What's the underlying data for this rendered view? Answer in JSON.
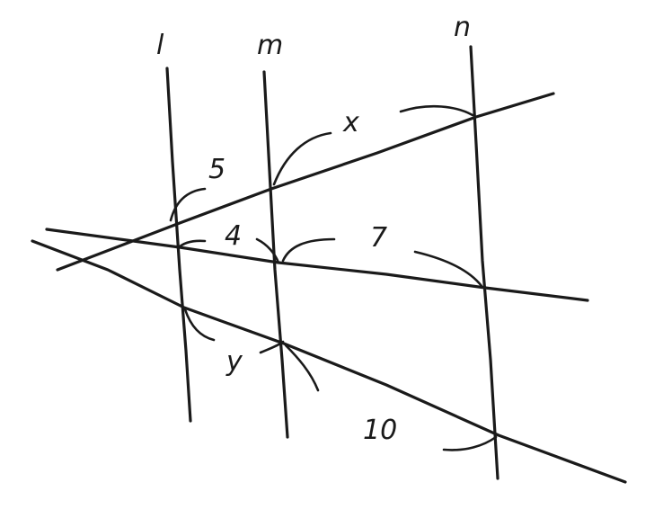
{
  "parallel_lines": {
    "l": "l",
    "m": "m",
    "n": "n"
  },
  "segment_labels": {
    "top_left": "5",
    "top_right": "x",
    "middle_left": "4",
    "middle_right": "7",
    "bottom_left": "y",
    "bottom_right": "10"
  },
  "colors": {
    "ink": "#1a1a1a",
    "background": "#ffffff"
  }
}
